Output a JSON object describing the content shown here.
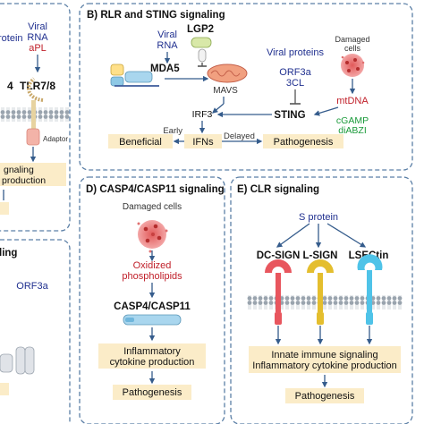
{
  "left_top": {
    "protein_partial": "rotein",
    "viral_rna": "Viral",
    "viral_rna2": "RNA",
    "apl": "aPL",
    "tlr_partial": "4",
    "tlr78": "TLR7/8",
    "adaptor": "Adaptor",
    "signaling_partial": "gnaling",
    "production_partial": "production"
  },
  "panel_b": {
    "title": "B) RLR and STING signaling",
    "viral_rna": "Viral",
    "viral_rna2": "RNA",
    "lgp2": "LGP2",
    "mda5": "MDA5",
    "mavs": "MAVS",
    "viral_proteins": "Viral proteins",
    "orf3a": "ORF3a",
    "cl3": "3CL",
    "damaged_cells": "Damaged",
    "damaged_cells2": "cells",
    "mtdna": "mtDNA",
    "cgamp": "cGAMP",
    "diabzi": "diABZI",
    "irf3": "IRF3",
    "sting": "STING",
    "early": "Early",
    "delayed": "Delayed",
    "beneficial": "Beneficial",
    "ifns": "IFNs",
    "pathogenesis": "Pathogenesis"
  },
  "left_bottom": {
    "ling_partial": "ling",
    "orf3a": "ORF3a"
  },
  "panel_d": {
    "title": "D) CASP4/CASP11 signaling",
    "damaged_cells": "Damaged cells",
    "oxidized": "Oxidized",
    "phospholipids": "phospholipids",
    "casp": "CASP4/CASP11",
    "inflammatory": "Inflammatory",
    "cytokine": "cytokine production",
    "pathogenesis": "Pathogenesis"
  },
  "panel_e": {
    "title": "E) CLR signaling",
    "s_protein": "S protein",
    "dcsign": "DC-SIGN",
    "lsign": "L-SIGN",
    "lsectin": "LSECtin",
    "innate": "Innate immune signaling",
    "inflammatory": "Inflammatory cytokine production",
    "pathogenesis": "Pathogenesis"
  },
  "colors": {
    "panel_border": "#5b7fa6",
    "box_fill": "#fbecc8",
    "navy": "#1f2f8f",
    "red": "#c0202a",
    "green": "#1a9a3a",
    "arrow": "#355c8c",
    "membrane": "#9aa4ae",
    "pink_head": "#e8565e",
    "yellow_head": "#e4be2e",
    "cyan_head": "#4fc3e8"
  }
}
